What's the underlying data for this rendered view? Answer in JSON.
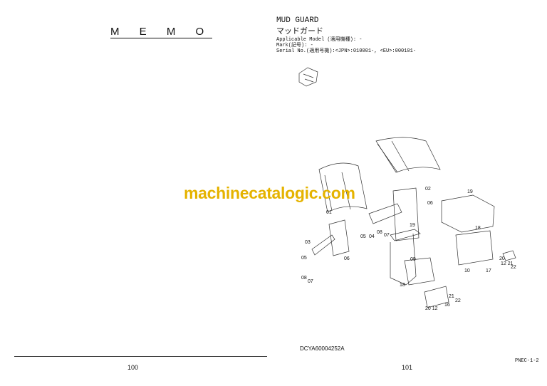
{
  "left_page": {
    "heading": "M E M O",
    "page_number": "100"
  },
  "right_page": {
    "title": "MUD GUARD",
    "title_jp": "マッドガード",
    "applicable_model": "Applicable Model (適用機種): -",
    "mark": "Mark(記号): -",
    "serial": "Serial No.(適用号機):<JPN>:010001-, <EU>:000101-",
    "drawing_code": "DCYA60004252A",
    "section_code": "PNEC-1-2",
    "page_number": "101"
  },
  "watermark": "machinecatalogic.com",
  "watermark_color": "#e5b300",
  "callouts": [
    "02",
    "19",
    "06",
    "01",
    "19",
    "18",
    "08",
    "07",
    "05",
    "04",
    "03",
    "05",
    "06",
    "09",
    "20",
    "12 21",
    "22",
    "10",
    "17",
    "08",
    "07",
    "18",
    "21",
    "22",
    "16",
    "20 12"
  ]
}
